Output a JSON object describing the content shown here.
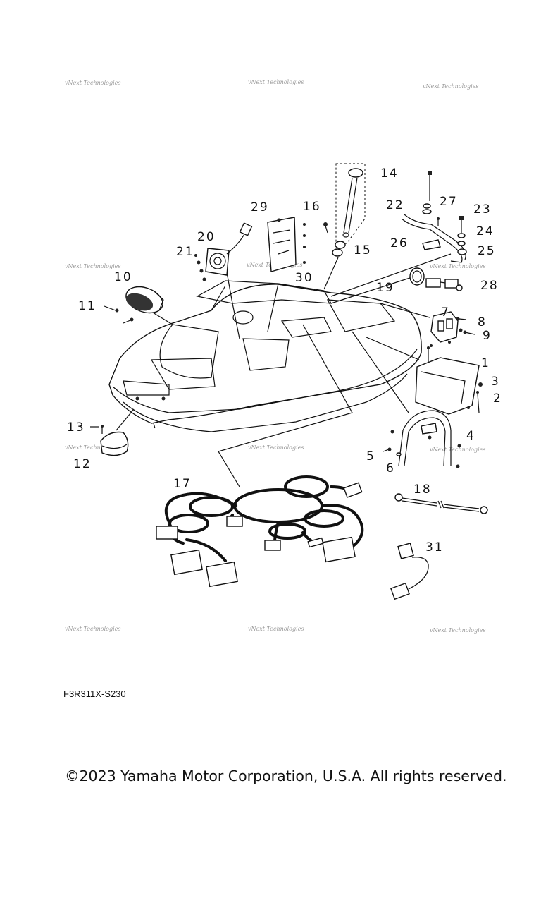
{
  "diagram": {
    "code": "F3R311X-S230",
    "copyright": "©2023 Yamaha Motor Corporation, U.S.A. All rights reserved.",
    "watermark": "vNext Technologies",
    "callouts": [
      "1",
      "2",
      "3",
      "4",
      "5",
      "6",
      "7",
      "8",
      "9",
      "10",
      "11",
      "12",
      "13",
      "14",
      "15",
      "16",
      "17",
      "18",
      "19",
      "20",
      "21",
      "22",
      "23",
      "24",
      "25",
      "26",
      "27",
      "28",
      "29",
      "30",
      "31"
    ]
  }
}
